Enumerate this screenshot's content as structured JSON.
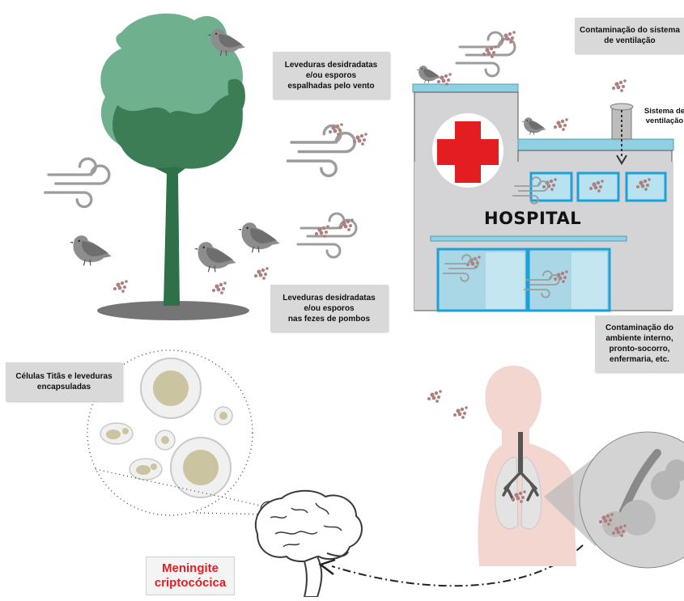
{
  "labels": {
    "spores_wind_1": "Leveduras desidradatas",
    "spores_wind_2": "e/ou esporos",
    "spores_wind_3": "espalhadas pelo vento",
    "feces_1": "Leveduras desidradatas",
    "feces_2": "e/ou esporos",
    "feces_3": "nas fezes de pombos",
    "ventilation_contamination_1": "Contaminação do sistema",
    "ventilation_contamination_2": "de ventilação",
    "ventilation_system_1": "Sistema de",
    "ventilation_system_2": "ventilação",
    "hospital": "HOSPITAL",
    "interior_1": "Contaminação do",
    "interior_2": "ambiente interno,",
    "interior_3": "pronto-socorro,",
    "interior_4": "enfermaria, etc.",
    "titan_cells_1": "Células Titãs e leveduras",
    "titan_cells_2": "encapsuladas",
    "meningitis_1": "Meningite",
    "meningitis_2": "criptocócica"
  },
  "colors": {
    "tree_light": "#6fb08f",
    "tree_dark": "#3c7d56",
    "hospital_wall": "#d4d4d6",
    "hospital_trim": "#7ec9dd",
    "window_blue": "#1ba1d8",
    "red_cross": "#e41e20",
    "spore": "#b07e7e",
    "alert_red": "#e31e24"
  },
  "icons": [
    "wind-icon",
    "pigeon-icon",
    "spore-cluster-icon",
    "red-cross-icon",
    "brain-icon",
    "lungs-icon",
    "human-torso-icon"
  ]
}
